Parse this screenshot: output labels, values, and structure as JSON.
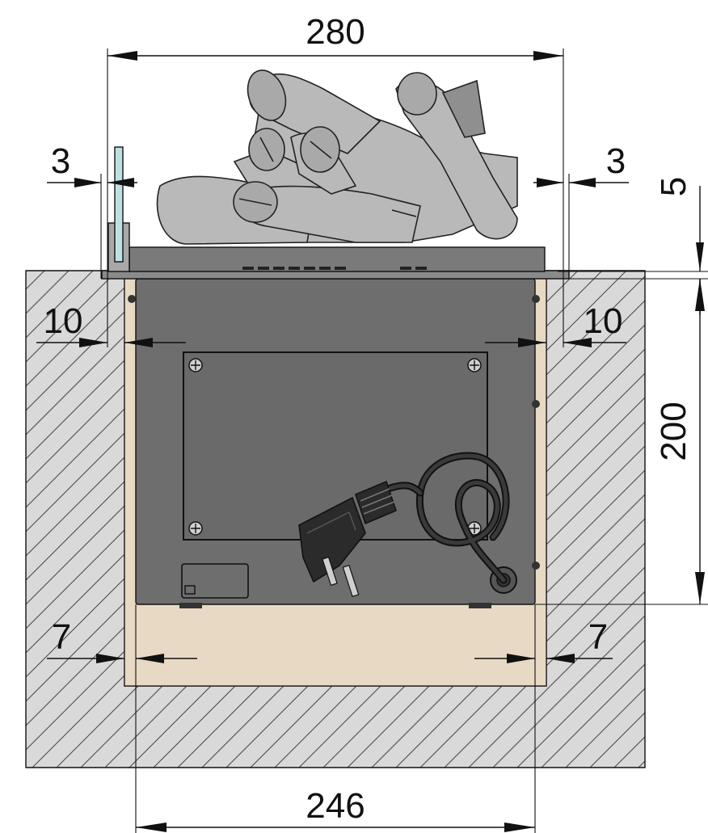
{
  "colors": {
    "wall_fill": "#d9d9d9",
    "hatch": "#4a4a4a",
    "niche_fill": "#e8d9c4",
    "insert_body": "#6e6e6e",
    "panel": "#6a6a6a",
    "logs": "#b9b9b9",
    "glass": "#bfe0e0",
    "cable": "#2b2b2b",
    "line": "#111111"
  },
  "dimensions": {
    "top_width": "280",
    "top_left_gap": "3",
    "top_right_gap": "3",
    "right_small": "5",
    "left_inset": "10",
    "right_inset": "10",
    "height": "200",
    "bottom_left": "7",
    "bottom_right": "7",
    "bottom_width": "246"
  }
}
